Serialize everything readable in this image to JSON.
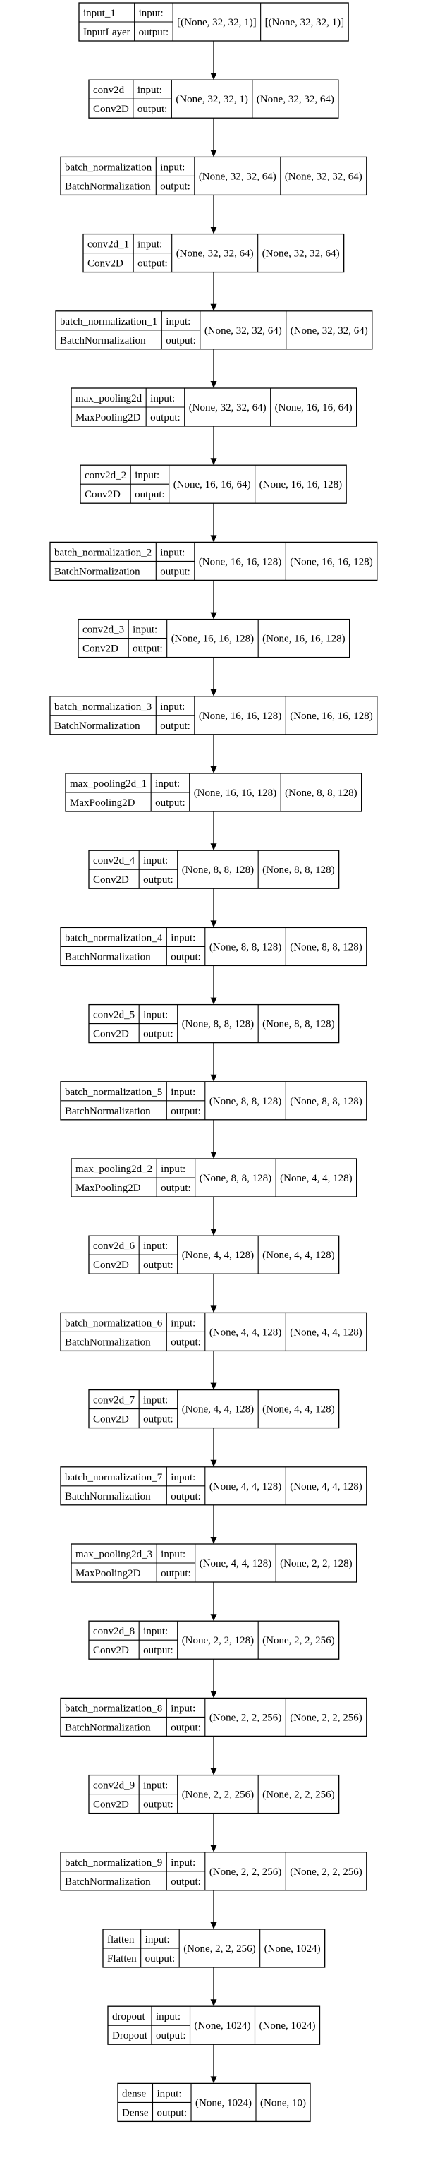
{
  "input_label": "input:",
  "output_label": "output:",
  "layers": [
    {
      "name": "input_1",
      "type": "InputLayer",
      "input": "[(None, 32, 32, 1)]",
      "output": "[(None, 32, 32, 1)]"
    },
    {
      "name": "conv2d",
      "type": "Conv2D",
      "input": "(None, 32, 32, 1)",
      "output": "(None, 32, 32, 64)"
    },
    {
      "name": "batch_normalization",
      "type": "BatchNormalization",
      "input": "(None, 32, 32, 64)",
      "output": "(None, 32, 32, 64)"
    },
    {
      "name": "conv2d_1",
      "type": "Conv2D",
      "input": "(None, 32, 32, 64)",
      "output": "(None, 32, 32, 64)"
    },
    {
      "name": "batch_normalization_1",
      "type": "BatchNormalization",
      "input": "(None, 32, 32, 64)",
      "output": "(None, 32, 32, 64)"
    },
    {
      "name": "max_pooling2d",
      "type": "MaxPooling2D",
      "input": "(None, 32, 32, 64)",
      "output": "(None, 16, 16, 64)"
    },
    {
      "name": "conv2d_2",
      "type": "Conv2D",
      "input": "(None, 16, 16, 64)",
      "output": "(None, 16, 16, 128)"
    },
    {
      "name": "batch_normalization_2",
      "type": "BatchNormalization",
      "input": "(None, 16, 16, 128)",
      "output": "(None, 16, 16, 128)"
    },
    {
      "name": "conv2d_3",
      "type": "Conv2D",
      "input": "(None, 16, 16, 128)",
      "output": "(None, 16, 16, 128)"
    },
    {
      "name": "batch_normalization_3",
      "type": "BatchNormalization",
      "input": "(None, 16, 16, 128)",
      "output": "(None, 16, 16, 128)"
    },
    {
      "name": "max_pooling2d_1",
      "type": "MaxPooling2D",
      "input": "(None, 16, 16, 128)",
      "output": "(None, 8, 8, 128)"
    },
    {
      "name": "conv2d_4",
      "type": "Conv2D",
      "input": "(None, 8, 8, 128)",
      "output": "(None, 8, 8, 128)"
    },
    {
      "name": "batch_normalization_4",
      "type": "BatchNormalization",
      "input": "(None, 8, 8, 128)",
      "output": "(None, 8, 8, 128)"
    },
    {
      "name": "conv2d_5",
      "type": "Conv2D",
      "input": "(None, 8, 8, 128)",
      "output": "(None, 8, 8, 128)"
    },
    {
      "name": "batch_normalization_5",
      "type": "BatchNormalization",
      "input": "(None, 8, 8, 128)",
      "output": "(None, 8, 8, 128)"
    },
    {
      "name": "max_pooling2d_2",
      "type": "MaxPooling2D",
      "input": "(None, 8, 8, 128)",
      "output": "(None, 4, 4, 128)"
    },
    {
      "name": "conv2d_6",
      "type": "Conv2D",
      "input": "(None, 4, 4, 128)",
      "output": "(None, 4, 4, 128)"
    },
    {
      "name": "batch_normalization_6",
      "type": "BatchNormalization",
      "input": "(None, 4, 4, 128)",
      "output": "(None, 4, 4, 128)"
    },
    {
      "name": "conv2d_7",
      "type": "Conv2D",
      "input": "(None, 4, 4, 128)",
      "output": "(None, 4, 4, 128)"
    },
    {
      "name": "batch_normalization_7",
      "type": "BatchNormalization",
      "input": "(None, 4, 4, 128)",
      "output": "(None, 4, 4, 128)"
    },
    {
      "name": "max_pooling2d_3",
      "type": "MaxPooling2D",
      "input": "(None, 4, 4, 128)",
      "output": "(None, 2, 2, 128)"
    },
    {
      "name": "conv2d_8",
      "type": "Conv2D",
      "input": "(None, 2, 2, 128)",
      "output": "(None, 2, 2, 256)"
    },
    {
      "name": "batch_normalization_8",
      "type": "BatchNormalization",
      "input": "(None, 2, 2, 256)",
      "output": "(None, 2, 2, 256)"
    },
    {
      "name": "conv2d_9",
      "type": "Conv2D",
      "input": "(None, 2, 2, 256)",
      "output": "(None, 2, 2, 256)"
    },
    {
      "name": "batch_normalization_9",
      "type": "BatchNormalization",
      "input": "(None, 2, 2, 256)",
      "output": "(None, 2, 2, 256)"
    },
    {
      "name": "flatten",
      "type": "Flatten",
      "input": "(None, 2, 2, 256)",
      "output": "(None, 1024)"
    },
    {
      "name": "dropout",
      "type": "Dropout",
      "input": "(None, 1024)",
      "output": "(None, 1024)"
    },
    {
      "name": "dense",
      "type": "Dense",
      "input": "(None, 1024)",
      "output": "(None, 10)"
    }
  ]
}
